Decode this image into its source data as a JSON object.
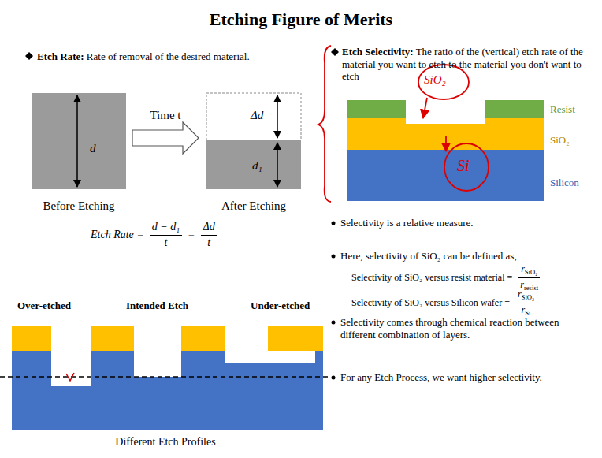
{
  "diagram": {
    "title": "Etching Figure of Merits",
    "nodes": [
      {
        "text": [
          "d"
        ]
      },
      {
        "text": [
          "Time t"
        ]
      },
      {
        "text": [
          "Δd",
          "d₁"
        ]
      }
    ],
    "labels": [
      "Etch Rate:",
      "Rate of removal of the desired material.",
      "Before Etching",
      "After Etching",
      "Etch Rate =",
      "d − d₁",
      "t",
      "=",
      "Δd",
      "t",
      "Over-etched",
      "Intended Etch",
      "Under-etched",
      "Different Etch Profiles",
      "Etch Selectivity:",
      "The ratio of the (vertical) etch rate of the material you want to etch to the material you don't want to etch",
      "SiO₂",
      "Si",
      "Resist",
      "SiO₂",
      "Silicon",
      "Selectivity is a relative measure.",
      "Here, selectivity of SiO₂ can be defined as,",
      "Selectivity of SiO₂ versus resist material =",
      "r",
      "SiO₂",
      "r",
      "resist",
      "Selectivity of SiO₂ versus Silicon wafer =",
      "r",
      "SiO₂",
      "r",
      "Si",
      "Selectivity comes through chemical reaction between different combination of layers.",
      "For any Etch Process, we want higher selectivity."
    ]
  }
}
